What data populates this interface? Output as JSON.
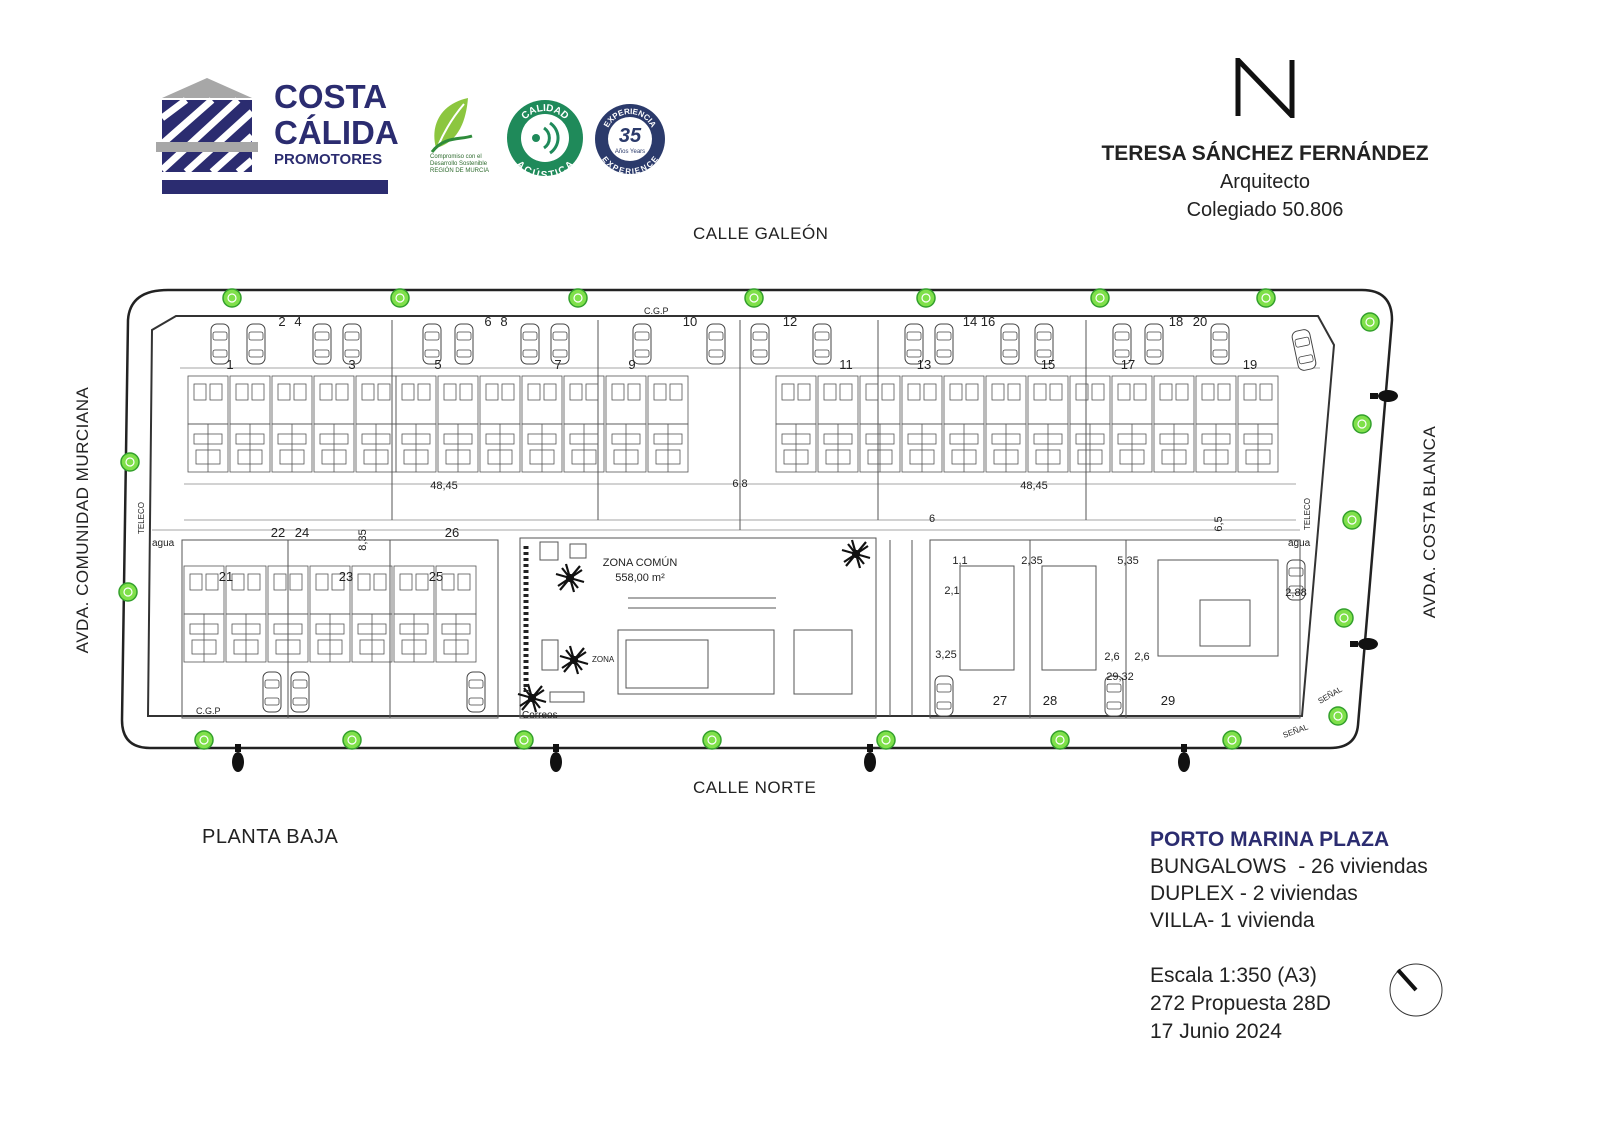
{
  "developer": {
    "line1": "COSTA",
    "line2": "CÁLIDA",
    "line3": "PROMOTORES"
  },
  "badges": {
    "sustainable_text": "Compromiso con el Desarrollo Sostenible REGIÓN DE MURCIA",
    "acoustic_top": "CALIDAD",
    "acoustic_bottom": "ACÚSTICA",
    "experience_number": "35",
    "experience_sub": "Años Years",
    "experience_top": "EXPERIENCIA",
    "experience_bottom": "EXPERIENCE"
  },
  "architect": {
    "name": "TERESA SÁNCHEZ FERNÁNDEZ",
    "role": "Arquitecto",
    "license": "Colegiado 50.806"
  },
  "streets": {
    "north_top": "CALLE GALEÓN",
    "south": "CALLE NORTE",
    "west": "AVDA. COMUNIDAD MURCIANA",
    "east": "AVDA. COSTA BLANCA"
  },
  "plan": {
    "unit_numbers_top": [
      "1",
      "2",
      "4",
      "3",
      "5",
      "6",
      "8",
      "7",
      "9",
      "10",
      "12",
      "11",
      "13",
      "14",
      "16",
      "15",
      "17",
      "18",
      "20",
      "19"
    ],
    "unit_numbers_bottom": [
      "21",
      "22",
      "24",
      "23",
      "25",
      "26",
      "27",
      "28",
      "29"
    ],
    "dimensions": [
      "48,45",
      "48,45",
      "6,8",
      "8,35",
      "6,5",
      "5,35",
      "2,35",
      "2,1",
      "3,25",
      "2,6",
      "2,6",
      "29,32",
      "2,88",
      "1,1",
      "6"
    ],
    "common_zone_label": "ZONA COMÚN",
    "common_zone_area": "558,00 m²",
    "labels": {
      "cgp_top": "C.G.P",
      "cgp_bottom": "C.G.P",
      "water_left": "agua",
      "water_right": "agua",
      "telecom_left": "TELECO",
      "telecom_right": "TELECO",
      "mail": "Correos",
      "signal_1": "SEÑAL",
      "signal_2": "SEÑAL",
      "pool_depth": "ZONA"
    }
  },
  "floor_label": "PLANTA BAJA",
  "project": {
    "name": "PORTO MARINA PLAZA",
    "line1": "BUNGALOWS  - 26 viviendas",
    "line2": "DUPLEX - 2 viviendas",
    "line3": "VILLA- 1 vivienda",
    "scale": "Escala 1:350 (A3)",
    "proposal": "272 Propuesta 28D",
    "date": "17 Junio 2024"
  },
  "icons": {
    "architect_logo": "architect-monogram-icon",
    "north_arrow": "north-arrow-icon",
    "tree": "tree-icon",
    "palm": "palm-icon",
    "car": "car-icon",
    "street_lamp": "street-lamp-icon"
  }
}
